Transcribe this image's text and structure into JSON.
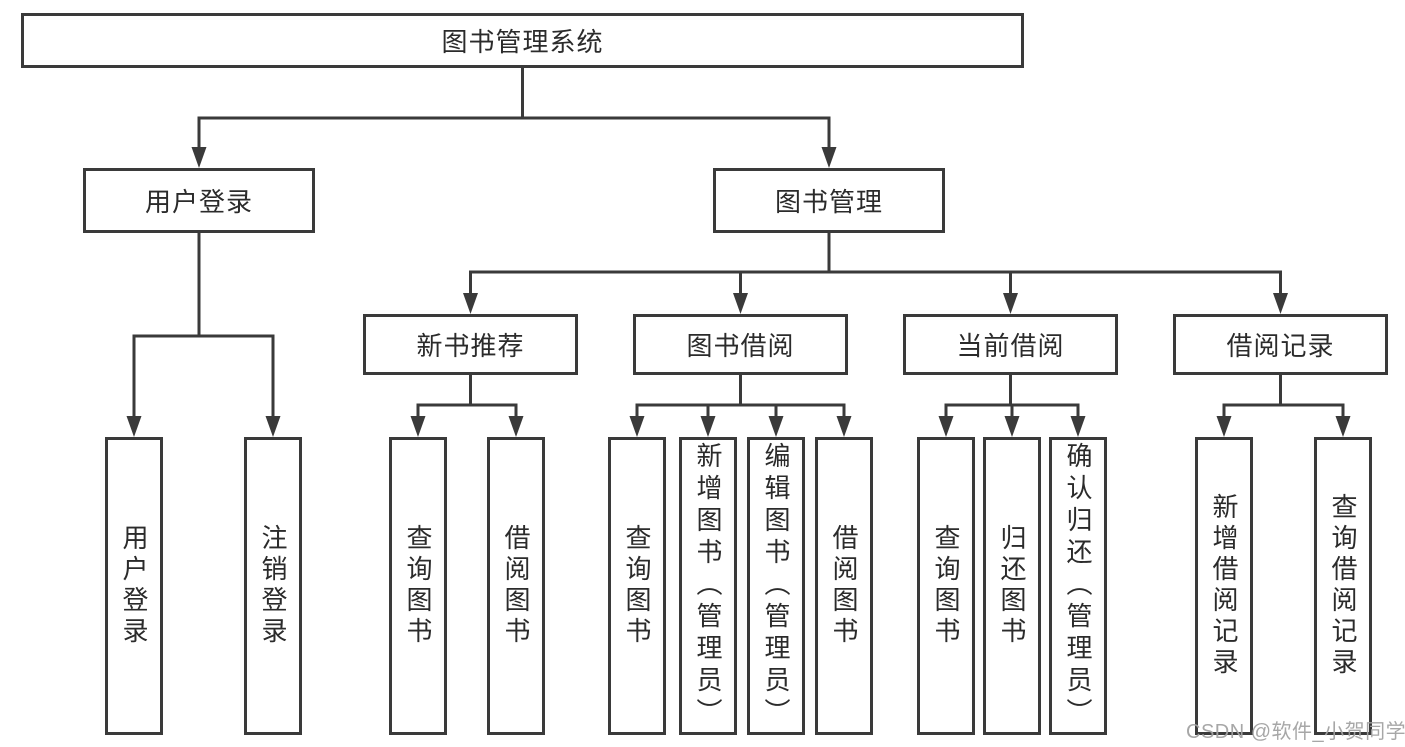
{
  "diagram": {
    "root": {
      "label": "图书管理系统"
    },
    "branches": [
      {
        "label": "用户登录",
        "children": [
          {
            "label": "用户登录"
          },
          {
            "label": "注销登录"
          }
        ]
      },
      {
        "label": "图书管理",
        "children": [
          {
            "label": "新书推荐",
            "children": [
              {
                "label": "查询图书"
              },
              {
                "label": "借阅图书"
              }
            ]
          },
          {
            "label": "图书借阅",
            "children": [
              {
                "label": "查询图书"
              },
              {
                "label": "新增图书（管理员）"
              },
              {
                "label": "编辑图书（管理员）"
              },
              {
                "label": "借阅图书"
              }
            ]
          },
          {
            "label": "当前借阅",
            "children": [
              {
                "label": "查询图书"
              },
              {
                "label": "归还图书"
              },
              {
                "label": "确认归还（管理员）"
              }
            ]
          },
          {
            "label": "借阅记录",
            "children": [
              {
                "label": "新增借阅记录"
              },
              {
                "label": "查询借阅记录"
              }
            ]
          }
        ]
      }
    ]
  },
  "watermark": {
    "text": "CSDN @软件_小贺同学"
  },
  "colors": {
    "line": "#3a3a3a",
    "box_border": "#3a3a3a",
    "text": "#2b2b2b",
    "watermark": "#a3a3a3",
    "background": "#ffffff"
  }
}
